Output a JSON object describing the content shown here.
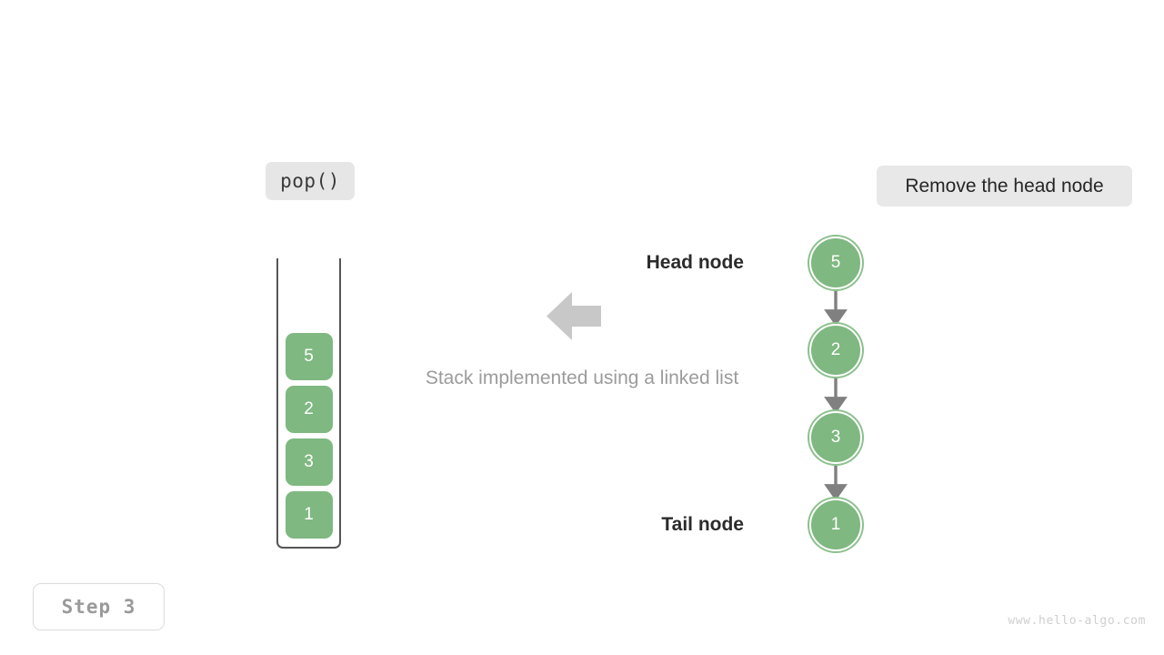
{
  "operation": {
    "label": "pop()"
  },
  "action": {
    "label": "Remove the head node"
  },
  "step": {
    "label": "Step 3"
  },
  "watermark": {
    "text": "www.hello-algo.com"
  },
  "caption": {
    "text": "Stack implemented using a linked list"
  },
  "transform_arrow": {
    "icon": "arrow-left-icon",
    "direction": "left",
    "color": "#c8c8c8"
  },
  "stack": {
    "title": "array-stack-container",
    "cells": [
      {
        "value": "5"
      },
      {
        "value": "2"
      },
      {
        "value": "3"
      },
      {
        "value": "1"
      }
    ],
    "open_top": true,
    "cell_color": "#7fb881",
    "frame_color": "#555555"
  },
  "linked_list": {
    "nodes": [
      {
        "value": "5",
        "role": "head"
      },
      {
        "value": "2",
        "role": "middle"
      },
      {
        "value": "3",
        "role": "middle"
      },
      {
        "value": "1",
        "role": "tail"
      }
    ],
    "head_label": "Head node",
    "tail_label": "Tail node",
    "node_color": "#7fb881",
    "ring_color": "#8cc08d",
    "edge_color": "#808080"
  }
}
